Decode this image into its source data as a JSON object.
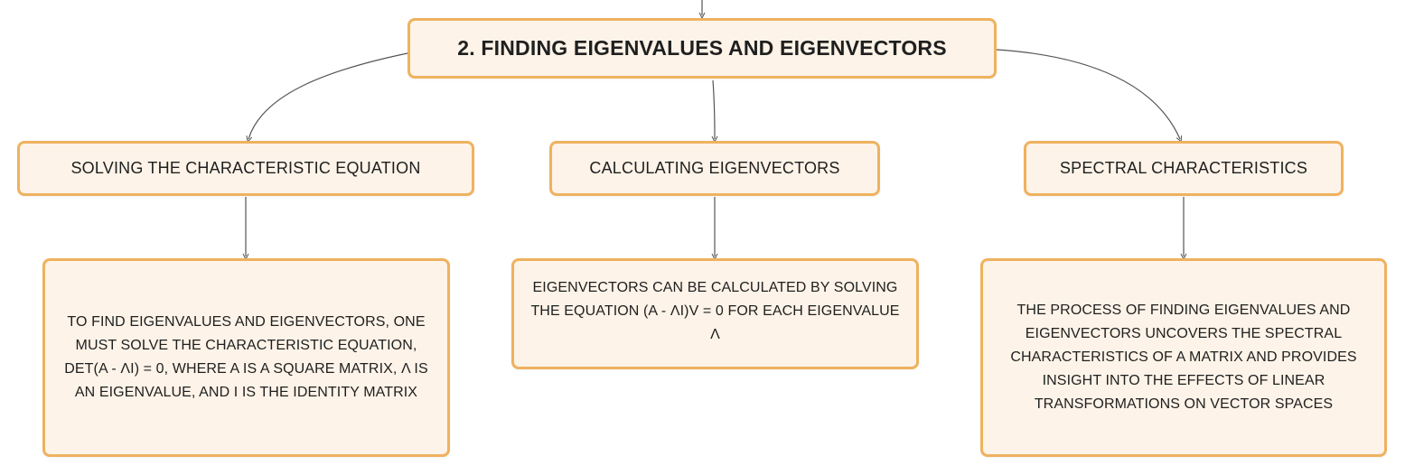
{
  "diagram": {
    "accent_border": "#efb25f",
    "node_fill": "#fdf3e8",
    "connector_color": "#555555",
    "root": {
      "label": "2. FINDING EIGENVALUES AND EIGENVECTORS"
    },
    "topics": [
      {
        "label": "SOLVING THE CHARACTERISTIC EQUATION",
        "detail": "TO FIND EIGENVALUES AND EIGENVECTORS, ONE MUST SOLVE THE CHARACTERISTIC EQUATION, DET(A - ΛI) = 0, WHERE A IS A SQUARE MATRIX, Λ IS AN EIGENVALUE, AND I IS THE IDENTITY MATRIX"
      },
      {
        "label": "CALCULATING EIGENVECTORS",
        "detail": "EIGENVECTORS CAN BE CALCULATED BY SOLVING THE EQUATION (A - ΛI)V = 0 FOR EACH EIGENVALUE Λ"
      },
      {
        "label": "SPECTRAL CHARACTERISTICS",
        "detail": "THE PROCESS OF FINDING EIGENVALUES AND EIGENVECTORS UNCOVERS THE SPECTRAL CHARACTERISTICS OF A MATRIX AND PROVIDES INSIGHT INTO THE EFFECTS OF LINEAR TRANSFORMATIONS ON VECTOR SPACES"
      }
    ]
  }
}
